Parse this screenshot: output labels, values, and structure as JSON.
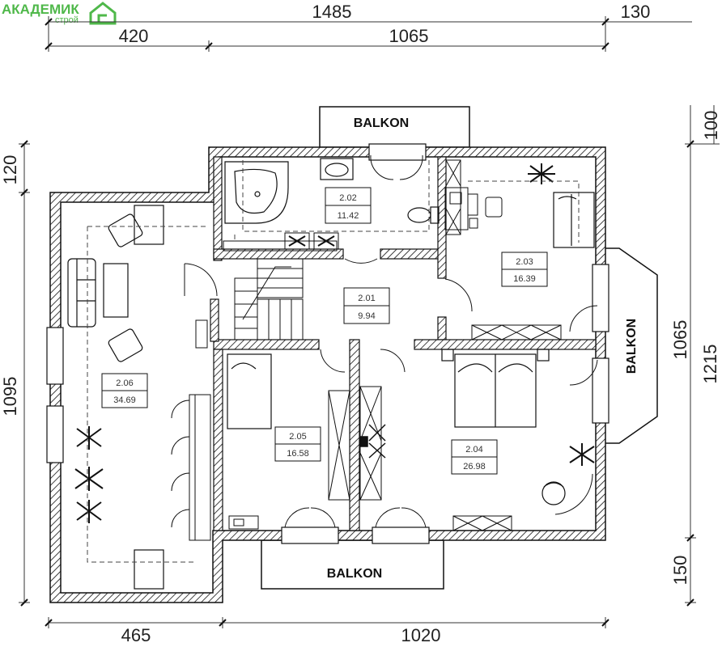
{
  "logo": {
    "name": "АКАДЕМИК",
    "sub": "строй",
    "color": "#4fb84a"
  },
  "dimensions": {
    "top_total": "1485",
    "top_extra": "130",
    "top_left": "420",
    "top_right": "1065",
    "left_top": "120",
    "left_main": "1095",
    "right_top": "100",
    "right_mid": "1065",
    "right_total": "1215",
    "right_bottom": "150",
    "bottom_left": "465",
    "bottom_right": "1020"
  },
  "balconies": {
    "top": "BALKON",
    "right": "BALKON",
    "bottom": "BALKON"
  },
  "rooms": [
    {
      "number": "2.01",
      "area": "9.94"
    },
    {
      "number": "2.02",
      "area": "11.42"
    },
    {
      "number": "2.03",
      "area": "16.39"
    },
    {
      "number": "2.04",
      "area": "26.98"
    },
    {
      "number": "2.05",
      "area": "16.58"
    },
    {
      "number": "2.06",
      "area": "34.69"
    }
  ],
  "colors": {
    "line": "#1a1a1a",
    "logo": "#4fb84a"
  },
  "icons": [
    "house-logo-icon",
    "plant-icon",
    "bathtub-icon",
    "toilet-icon",
    "sink-icon",
    "bed-icon",
    "sofa-icon",
    "armchair-icon",
    "desk-icon",
    "wardrobe-icon",
    "staircase-icon"
  ]
}
